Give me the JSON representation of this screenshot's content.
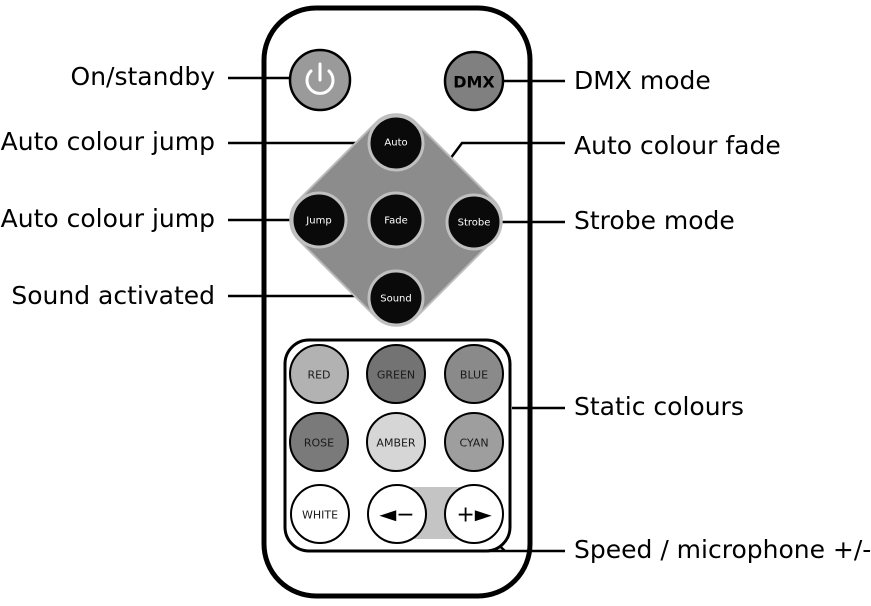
{
  "remote": {
    "buttons": {
      "power": {
        "icon": "power-icon"
      },
      "dmx": "DMX",
      "auto": "Auto",
      "jump": "Jump",
      "fade": "Fade",
      "strobe": "Strobe",
      "sound": "Sound",
      "red": "RED",
      "green": "GREEN",
      "blue": "BLUE",
      "rose": "ROSE",
      "amber": "AMBER",
      "cyan": "CYAN",
      "white": "WHITE",
      "minus": {
        "icon": "arrow-left-minus-icon",
        "text": "◄−"
      },
      "plus": {
        "icon": "arrow-right-plus-icon",
        "text": "+►"
      }
    }
  },
  "labels": {
    "on_standby": "On/standby",
    "dmx_mode": "DMX mode",
    "auto_colour_jump_1": "Auto colour jump",
    "auto_colour_fade": "Auto colour fade",
    "auto_colour_jump_2": "Auto colour jump",
    "strobe_mode": "Strobe mode",
    "sound_activated": "Sound activated",
    "static_colours": "Static colours",
    "speed_microphone": "Speed / microphone +/-"
  },
  "colors": {
    "remote_body": "#ffffff",
    "outline": "#000000",
    "diamond": "#8c8c8c",
    "black_button": "#0a0a0a",
    "dmx_button": "#808080",
    "red": "#b2b2b2",
    "green": "#737373",
    "blue": "#8a8a8a",
    "rose": "#7a7a7a",
    "amber": "#d6d6d6",
    "cyan": "#9e9e9e",
    "white": "#ffffff"
  }
}
